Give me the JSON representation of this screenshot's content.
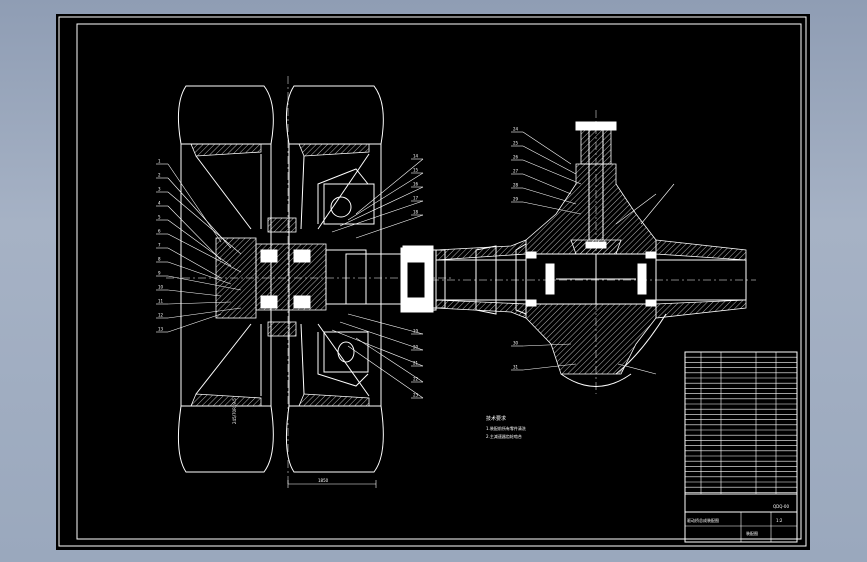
{
  "notes": {
    "heading": "技术要求",
    "line1": "1.装配前所有零件清洗",
    "line2": "2.主减速器齿轮啮合"
  },
  "title_block": {
    "title": "驱动桥总成装配图",
    "scale": "1:2",
    "sheet_label": "装配图",
    "code": "QDQ-00"
  },
  "balloons_left": [
    "1",
    "2",
    "3",
    "4",
    "5",
    "6",
    "7",
    "8",
    "9",
    "10",
    "11",
    "12",
    "13"
  ],
  "balloons_right_wheel": [
    "14",
    "15",
    "16",
    "17",
    "18",
    "19",
    "20",
    "21",
    "22",
    "23"
  ],
  "balloons_diff": [
    "24",
    "25",
    "26",
    "27",
    "28",
    "29",
    "30",
    "31"
  ],
  "dims": {
    "tire_width": "245/70R19.5",
    "track": "1850"
  }
}
